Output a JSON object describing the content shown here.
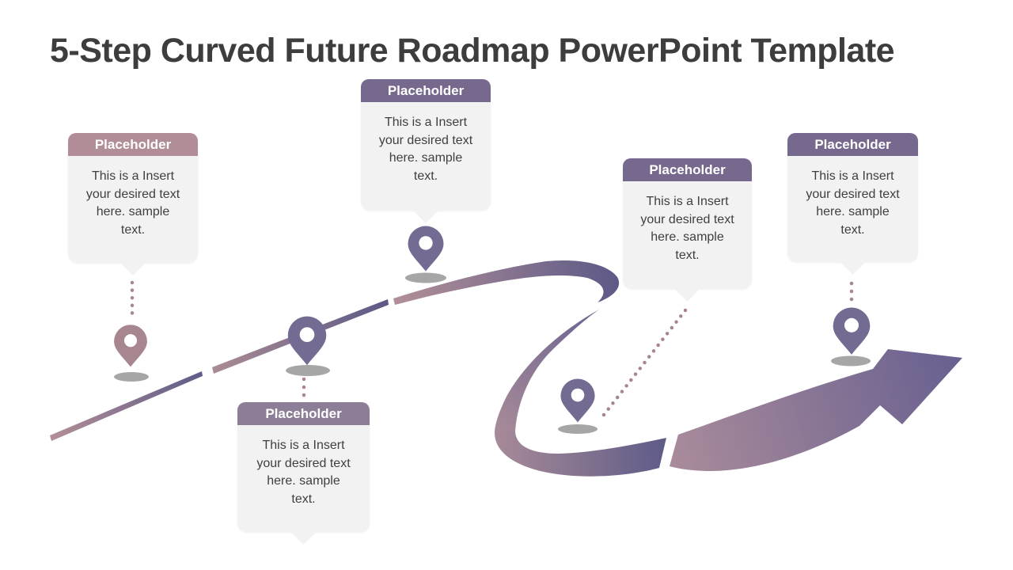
{
  "slide": {
    "title": "5-Step Curved Future Roadmap PowerPoint Template"
  },
  "callouts": [
    {
      "step": 1,
      "header": "Placeholder",
      "body": "This is a Insert\nyour desired text\nhere. sample\ntext.",
      "header_color": "#b18e97",
      "pin_color": "#a8868f"
    },
    {
      "step": 2,
      "header": "Placeholder",
      "body": "This is a Insert\nyour desired text\nhere. sample\ntext.",
      "header_color": "#8b7e96",
      "pin_color": "#746b93"
    },
    {
      "step": 3,
      "header": "Placeholder",
      "body": "This is a Insert\nyour desired text\nhere. sample\ntext.",
      "header_color": "#77698e",
      "pin_color": "#746b93"
    },
    {
      "step": 4,
      "header": "Placeholder",
      "body": "This is a Insert\nyour desired text\nhere. sample\ntext.",
      "header_color": "#77698e",
      "pin_color": "#746b93"
    },
    {
      "step": 5,
      "header": "Placeholder",
      "body": "This is a Insert\nyour desired text\nhere. sample\ntext.",
      "header_color": "#77698e",
      "pin_color": "#746b93"
    }
  ],
  "colors": {
    "background": "#ffffff",
    "title_text": "#3d3d3d",
    "body_text": "#3f3f3f",
    "callout_body_bg": "#f2f2f2",
    "roadmap_gradient_mauve": "#b18f98",
    "roadmap_gradient_purple": "#5d5a87",
    "pin_purple": "#746b93",
    "pin_mauve": "#a8868f",
    "pin_shadow_gray": "#a6a6a6",
    "dotted_connector": "#a8868f"
  }
}
